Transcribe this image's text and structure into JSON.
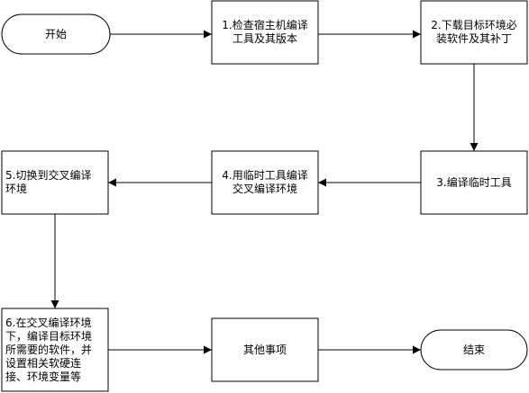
{
  "flowchart": {
    "nodes": {
      "start": {
        "label": "开始",
        "shape": "terminator"
      },
      "step1": {
        "label": "1.检查宿主机编译\n工具及其版本",
        "shape": "process"
      },
      "step2": {
        "label": "2.下载目标环境必\n装软件及其补丁",
        "shape": "process"
      },
      "step3": {
        "label": "3.编译临时工具",
        "shape": "process"
      },
      "step4": {
        "label": "4.用临时工具编译\n交叉编译环境",
        "shape": "process"
      },
      "step5": {
        "label": "5.切换到交叉编译\n环境",
        "shape": "process"
      },
      "step6": {
        "label": "6.在交叉编译环境\n下，编译目标环境\n所需要的软件，并\n设置相关软硬连\n接、环境变量等",
        "shape": "process"
      },
      "other": {
        "label": "其他事项",
        "shape": "process"
      },
      "end": {
        "label": "结束",
        "shape": "terminator"
      }
    },
    "edges": [
      {
        "from": "start",
        "to": "step1"
      },
      {
        "from": "step1",
        "to": "step2"
      },
      {
        "from": "step2",
        "to": "step3"
      },
      {
        "from": "step3",
        "to": "step4"
      },
      {
        "from": "step4",
        "to": "step5"
      },
      {
        "from": "step5",
        "to": "step6"
      },
      {
        "from": "step6",
        "to": "other"
      },
      {
        "from": "other",
        "to": "end"
      }
    ],
    "colors": {
      "stroke": "#000000",
      "fill": "#ffffff",
      "text": "#000000"
    }
  }
}
